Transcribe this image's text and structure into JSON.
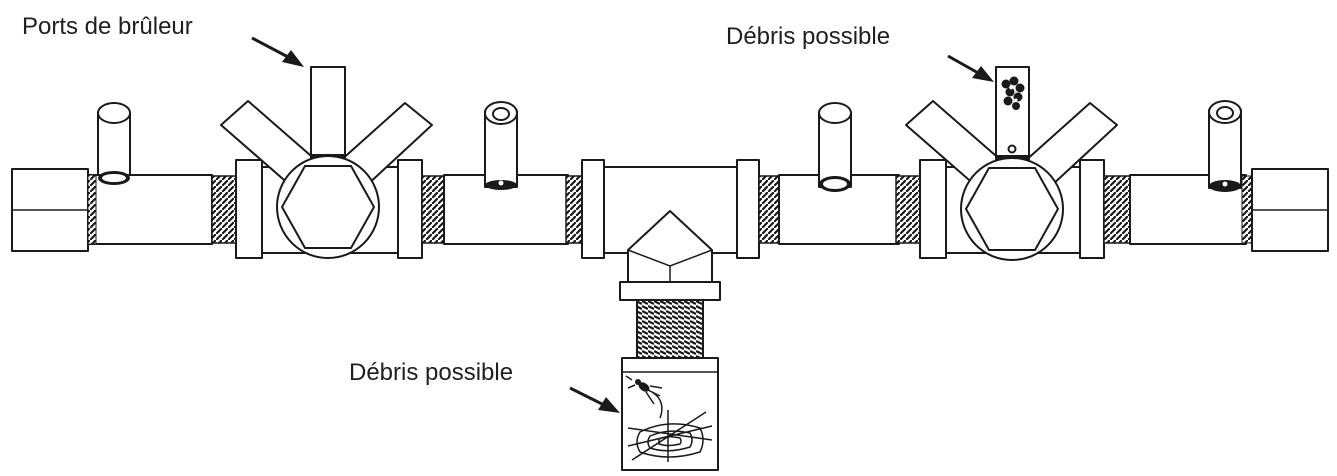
{
  "diagram": {
    "labels": {
      "burner_ports": "Ports de brûleur",
      "debris_top": "Débris possible",
      "debris_bottom": "Débris possible"
    },
    "colors": {
      "line": "#1a1a1a",
      "fill": "#ffffff",
      "text": "#1f1f1f"
    }
  }
}
